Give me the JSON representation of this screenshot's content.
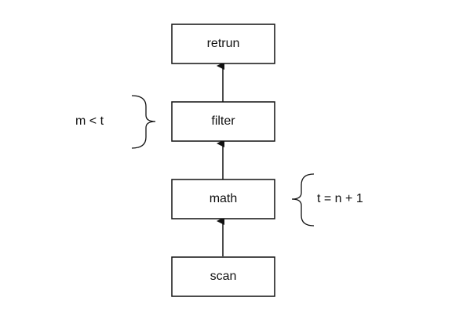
{
  "diagram": {
    "nodes": [
      {
        "id": "retrun",
        "label": "retrun"
      },
      {
        "id": "filter",
        "label": "filter"
      },
      {
        "id": "math",
        "label": "math"
      },
      {
        "id": "scan",
        "label": "scan"
      }
    ],
    "edges": [
      {
        "from": "scan",
        "to": "math"
      },
      {
        "from": "math",
        "to": "filter"
      },
      {
        "from": "filter",
        "to": "retrun"
      }
    ],
    "annotations": {
      "filter": "m < t",
      "math": "t = n + 1"
    }
  },
  "colors": {
    "stroke": "#111111",
    "text": "#111111",
    "background": "#ffffff"
  }
}
